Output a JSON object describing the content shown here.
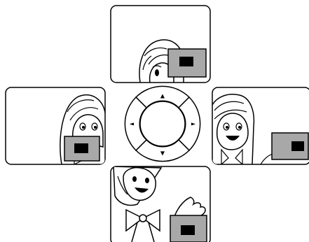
{
  "diagram": {
    "views": [
      {
        "direction": "up",
        "crop": "top"
      },
      {
        "direction": "left",
        "crop": "left"
      },
      {
        "direction": "right",
        "crop": "right"
      },
      {
        "direction": "down",
        "crop": "bottom"
      }
    ],
    "dpad": {
      "arrows": [
        "▲",
        "◄",
        "►",
        "▼"
      ]
    },
    "colors": {
      "line": "#000000",
      "overlay_box": "#a8a8a8",
      "overlay_inner": "#000000",
      "background": "#ffffff"
    }
  }
}
